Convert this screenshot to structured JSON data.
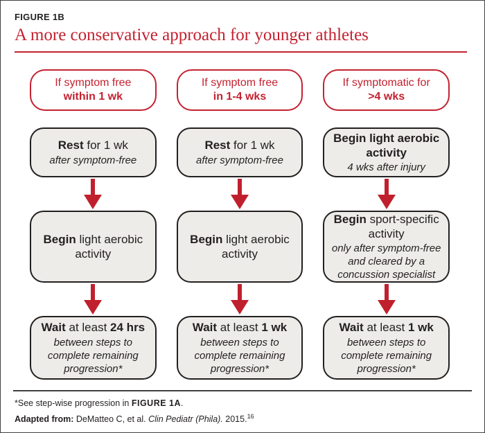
{
  "figure": {
    "label": "FIGURE 1B",
    "title": "A more conservative approach for younger athletes"
  },
  "colors": {
    "accent_red": "#c42130",
    "box_fill": "#edece8",
    "box_border": "#231f20",
    "text": "#231f20"
  },
  "columns": [
    {
      "condition": {
        "line1": "If symptom free",
        "line2": "within 1 wk"
      },
      "step1": {
        "bold1": "Rest",
        "text1": " for 1 wk",
        "italic": "after symptom-free"
      },
      "step2": {
        "bold1": "Begin",
        "text1": " light aerobic activity",
        "italic": ""
      },
      "step3": {
        "bold1": "Wait",
        "text1": " at least ",
        "bold2": "24 hrs",
        "italic": "between steps to complete remaining progression*"
      }
    },
    {
      "condition": {
        "line1": "If symptom free",
        "line2": "in 1-4 wks"
      },
      "step1": {
        "bold1": "Rest",
        "text1": " for 1 wk",
        "italic": "after symptom-free"
      },
      "step2": {
        "bold1": "Begin",
        "text1": " light aerobic activity",
        "italic": ""
      },
      "step3": {
        "bold1": "Wait",
        "text1": " at least ",
        "bold2": "1 wk",
        "italic": "between steps to complete remaining progression*"
      }
    },
    {
      "condition": {
        "line1": "If symptomatic for",
        "line2": ">4 wks"
      },
      "step1": {
        "bold1": "Begin light aerobic activity",
        "text1": "",
        "italic": "4 wks after injury"
      },
      "step2": {
        "bold1": "Begin",
        "text1": " sport-specific activity",
        "italic": "only after symptom-free and cleared by a concussion specialist"
      },
      "step3": {
        "bold1": "Wait",
        "text1": " at least ",
        "bold2": "1 wk",
        "italic": "between steps to complete remaining progression*"
      }
    }
  ],
  "footnotes": {
    "note1": {
      "text1": "*See step-wise progression in ",
      "bold": "FIGURE 1A",
      "text2": "."
    },
    "citation": {
      "bold": "Adapted from:",
      "text1": " DeMatteo C, et al. ",
      "italic": "Clin Pediatr (Phila).",
      "text2": " 2015.",
      "sup": "16"
    }
  }
}
